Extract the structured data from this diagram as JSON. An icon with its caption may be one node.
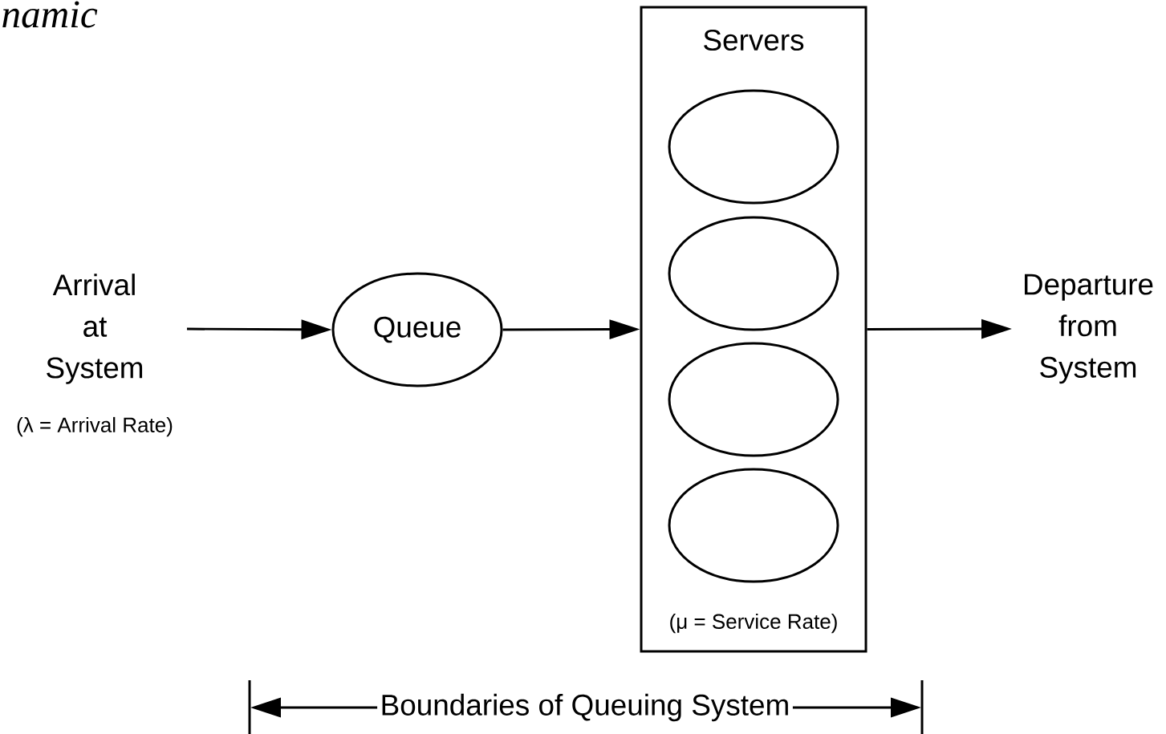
{
  "diagram": {
    "nodes": [
      {
        "text": [
          "Arrival at System"
        ],
        "beside": [
          "(λ = Arrival Rate)"
        ]
      },
      {
        "text": [
          "Queue"
        ]
      },
      {
        "text": [
          "Servers",
          "(μ = Service Rate)"
        ]
      },
      {
        "text": [],
        "shape": "ellipse",
        "in": 2
      },
      {
        "text": [],
        "shape": "ellipse",
        "in": 2
      },
      {
        "text": [],
        "shape": "ellipse",
        "in": 2
      },
      {
        "text": [],
        "shape": "ellipse",
        "in": 2
      },
      {
        "text": [
          "Departure from System"
        ]
      }
    ],
    "edges": [
      {
        "from": 0,
        "to": 1,
        "arrow": "to"
      },
      {
        "from": 1,
        "to": 2,
        "arrow": "to"
      },
      {
        "from": 2,
        "to": 7,
        "arrow": "to"
      }
    ],
    "labels": [
      "namic",
      "Boundaries of Queuing System"
    ]
  }
}
